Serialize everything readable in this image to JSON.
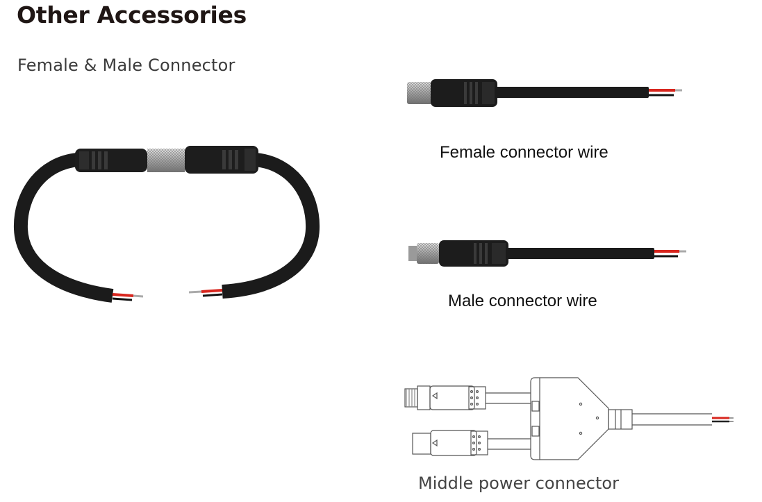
{
  "page": {
    "title": "Other Accessories",
    "subtitle": "Female & Male Connector"
  },
  "items": {
    "female_wire_caption": "Female connector wire",
    "male_wire_caption": "Male connector wire",
    "middle_power_caption": "Middle power connector"
  },
  "colors": {
    "title": "#1f1614",
    "cable": "#1b1b1b",
    "wire_red": "#d8261e",
    "metal": "#b8b8b8"
  }
}
